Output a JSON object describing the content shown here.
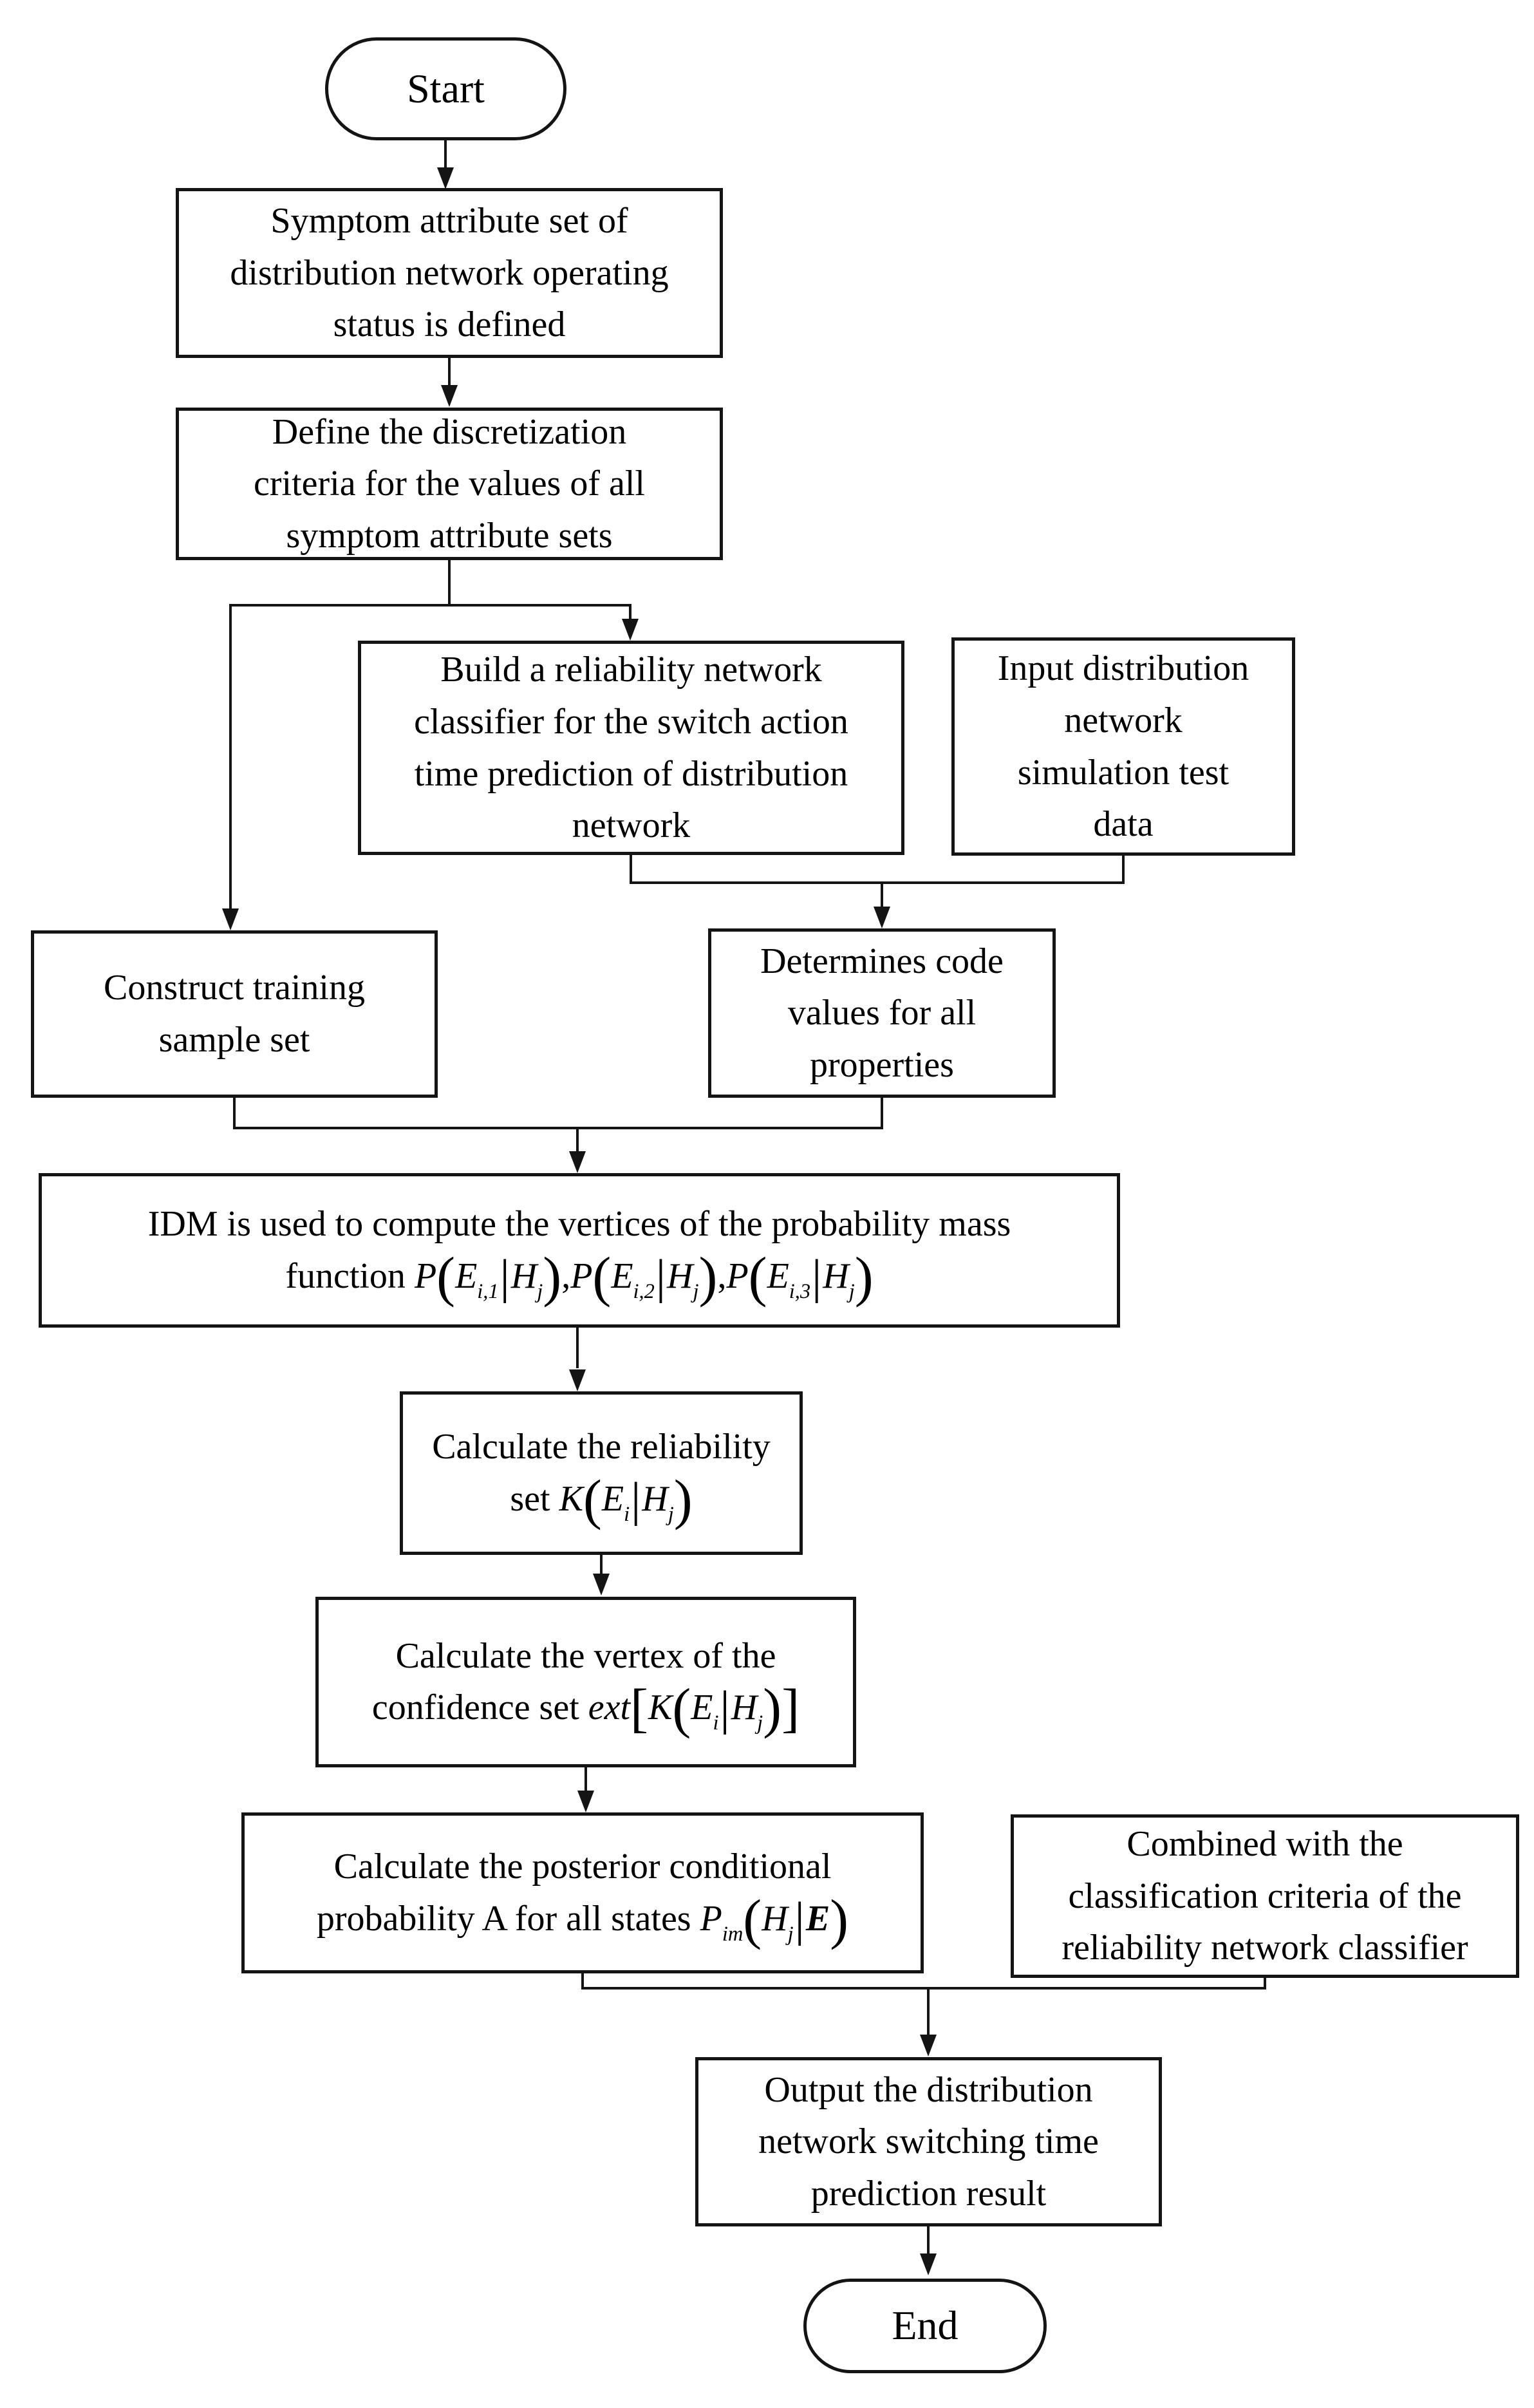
{
  "diagram_title": "Distribution network switching time prediction flowchart",
  "colors": {
    "stroke": "#141414",
    "background": "#ffffff",
    "text": "#000000"
  },
  "nodes": {
    "start": {
      "label": "Start"
    },
    "box1": {
      "lines": [
        "Symptom attribute set of",
        "distribution network operating",
        "status is defined"
      ]
    },
    "box2": {
      "lines": [
        "Define the discretization",
        "criteria for the values of all",
        "symptom attribute sets"
      ]
    },
    "box3": {
      "lines": [
        "Build a reliability network",
        "classifier for the switch action",
        "time prediction of distribution",
        "network"
      ]
    },
    "box4": {
      "lines": [
        "Input distribution",
        "network",
        "simulation test",
        "data"
      ]
    },
    "box5": {
      "lines": [
        "Construct training",
        "sample set"
      ]
    },
    "box6": {
      "lines": [
        "Determines code",
        "values for all",
        "properties"
      ]
    },
    "box7": {
      "line1": "IDM is used to compute the vertices of the probability mass",
      "line2_math": [
        {
          "t": "txt",
          "v": "function "
        },
        {
          "t": "var",
          "v": "P"
        },
        {
          "t": "lp",
          "v": "("
        },
        {
          "t": "var",
          "v": "E"
        },
        {
          "t": "sub",
          "v": "i,1"
        },
        {
          "t": "bar",
          "v": "|"
        },
        {
          "t": "var",
          "v": "H"
        },
        {
          "t": "sub",
          "v": "j"
        },
        {
          "t": "rp",
          "v": ")"
        },
        {
          "t": "txt",
          "v": ","
        },
        {
          "t": "var",
          "v": "P"
        },
        {
          "t": "lp",
          "v": "("
        },
        {
          "t": "var",
          "v": "E"
        },
        {
          "t": "sub",
          "v": "i,2"
        },
        {
          "t": "bar",
          "v": "|"
        },
        {
          "t": "var",
          "v": "H"
        },
        {
          "t": "sub",
          "v": "j"
        },
        {
          "t": "rp",
          "v": ")"
        },
        {
          "t": "txt",
          "v": ","
        },
        {
          "t": "var",
          "v": "P"
        },
        {
          "t": "lp",
          "v": "("
        },
        {
          "t": "var",
          "v": "E"
        },
        {
          "t": "sub",
          "v": "i,3"
        },
        {
          "t": "bar",
          "v": "|"
        },
        {
          "t": "var",
          "v": "H"
        },
        {
          "t": "sub",
          "v": "j"
        },
        {
          "t": "rp",
          "v": ")"
        }
      ]
    },
    "box8": {
      "line1": "Calculate the reliability",
      "line2_math": [
        {
          "t": "txt",
          "v": "set "
        },
        {
          "t": "var",
          "v": "K"
        },
        {
          "t": "lp",
          "v": "("
        },
        {
          "t": "var",
          "v": "E"
        },
        {
          "t": "sub",
          "v": "i"
        },
        {
          "t": "bar",
          "v": "|"
        },
        {
          "t": "var",
          "v": "H"
        },
        {
          "t": "sub",
          "v": "j"
        },
        {
          "t": "rp",
          "v": ")"
        }
      ]
    },
    "box9": {
      "line1": "Calculate the vertex of the",
      "line2_math": [
        {
          "t": "txt",
          "v": "confidence set "
        },
        {
          "t": "var",
          "v": "ext"
        },
        {
          "t": "lb",
          "v": "["
        },
        {
          "t": "var",
          "v": "K"
        },
        {
          "t": "lp",
          "v": "("
        },
        {
          "t": "var",
          "v": "E"
        },
        {
          "t": "sub",
          "v": "i"
        },
        {
          "t": "bar",
          "v": "|"
        },
        {
          "t": "var",
          "v": "H"
        },
        {
          "t": "sub",
          "v": "j"
        },
        {
          "t": "rp",
          "v": ")"
        },
        {
          "t": "rb",
          "v": "]"
        }
      ]
    },
    "box10": {
      "line1": "Calculate the posterior conditional",
      "line2_math": [
        {
          "t": "txt",
          "v": "probability A for all states "
        },
        {
          "t": "var",
          "v": "P"
        },
        {
          "t": "sub",
          "v": "im"
        },
        {
          "t": "lp",
          "v": "("
        },
        {
          "t": "var",
          "v": "H"
        },
        {
          "t": "sub",
          "v": "j"
        },
        {
          "t": "bar",
          "v": "|"
        },
        {
          "t": "bvar",
          "v": "E"
        },
        {
          "t": "rp",
          "v": ")"
        }
      ]
    },
    "box11": {
      "lines": [
        "Combined with the",
        "classification criteria of the",
        "reliability network classifier"
      ]
    },
    "box12": {
      "lines": [
        "Output the distribution",
        "network switching time",
        "prediction result"
      ]
    },
    "end": {
      "label": "End"
    }
  }
}
